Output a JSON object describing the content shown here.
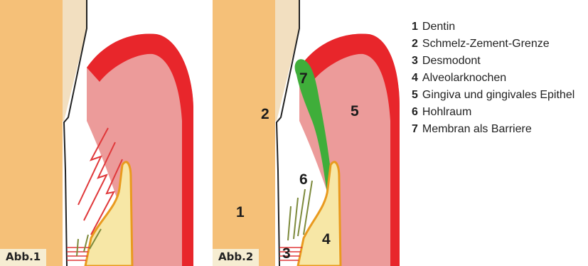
{
  "figures": [
    {
      "caption": "Abb.1"
    },
    {
      "caption": "Abb.2"
    }
  ],
  "diagram_labels": [
    "1",
    "2",
    "3",
    "4",
    "5",
    "6",
    "7"
  ],
  "legend": [
    {
      "num": "1",
      "text": "Dentin"
    },
    {
      "num": "2",
      "text": "Schmelz-Zement-Grenze"
    },
    {
      "num": "3",
      "text": "Desmodont"
    },
    {
      "num": "4",
      "text": "Alveolarknochen"
    },
    {
      "num": "5",
      "text": "Gingiva und gingivales Epithel"
    },
    {
      "num": "6",
      "text": "Hohlraum"
    },
    {
      "num": "7",
      "text": "Membran als Barriere"
    }
  ],
  "colors": {
    "dentin": "#f5c078",
    "enamel": "#f2dfc0",
    "gingiva": "#ec9b9a",
    "gingiva_epithelium": "#e8262b",
    "bone": "#f7e7a6",
    "bone_outline": "#e99a1f",
    "membrane": "#3fae3a",
    "arrows_red": "#e0383a",
    "arrows_olive": "#7d8a3c",
    "caption_bg": "#f6edd2"
  }
}
